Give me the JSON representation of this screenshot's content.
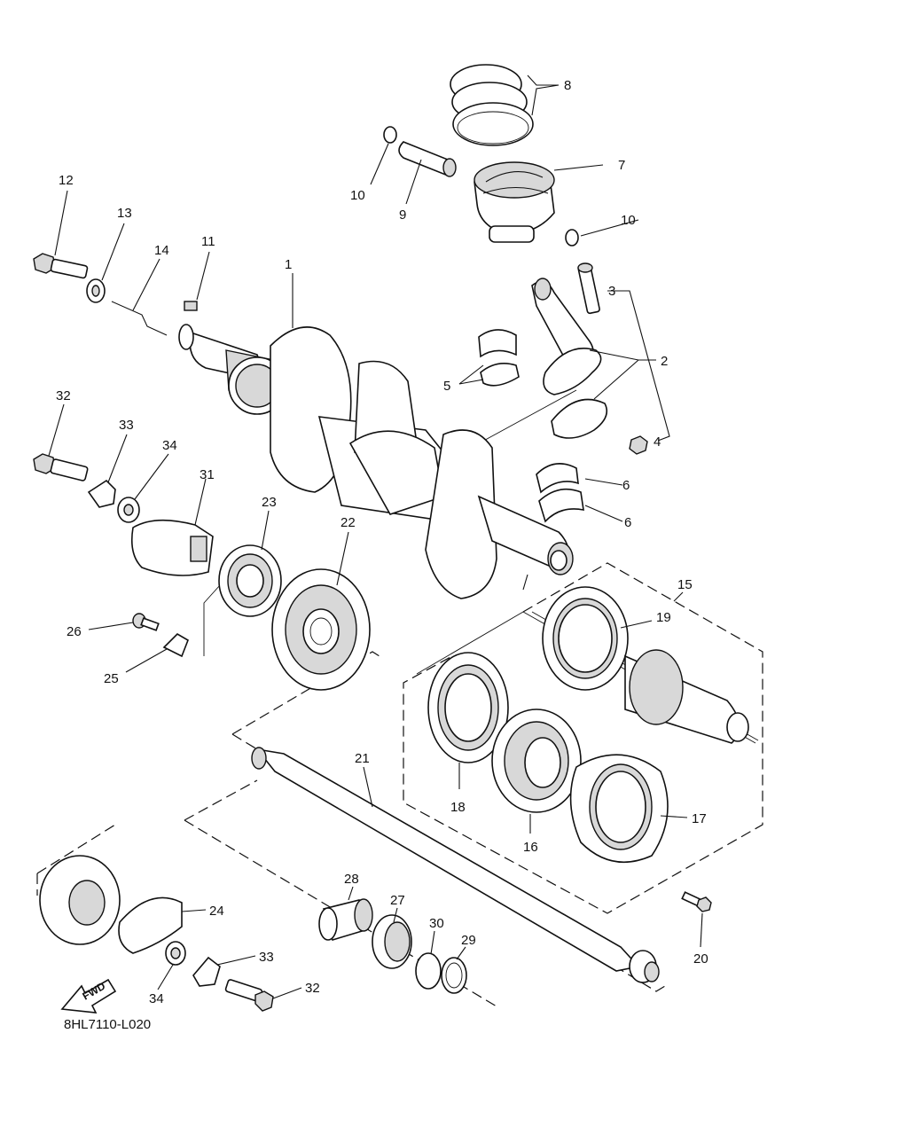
{
  "diagram": {
    "code": "8HL7110-L020",
    "fwd": "FWD",
    "labels": {
      "l1": "1",
      "l2": "2",
      "l3": "3",
      "l4": "4",
      "l5": "5",
      "l6a": "6",
      "l6b": "6",
      "l7": "7",
      "l8": "8",
      "l9": "9",
      "l10a": "10",
      "l10b": "10",
      "l11": "11",
      "l12": "12",
      "l13": "13",
      "l14": "14",
      "l15": "15",
      "l16": "16",
      "l17": "17",
      "l18": "18",
      "l19": "19",
      "l20": "20",
      "l21": "21",
      "l22": "22",
      "l23": "23",
      "l24": "24",
      "l25": "25",
      "l26": "26",
      "l27": "27",
      "l28": "28",
      "l29": "29",
      "l30": "30",
      "l31": "31",
      "l32a": "32",
      "l32b": "32",
      "l33a": "33",
      "l33b": "33",
      "l34a": "34",
      "l34b": "34"
    }
  }
}
